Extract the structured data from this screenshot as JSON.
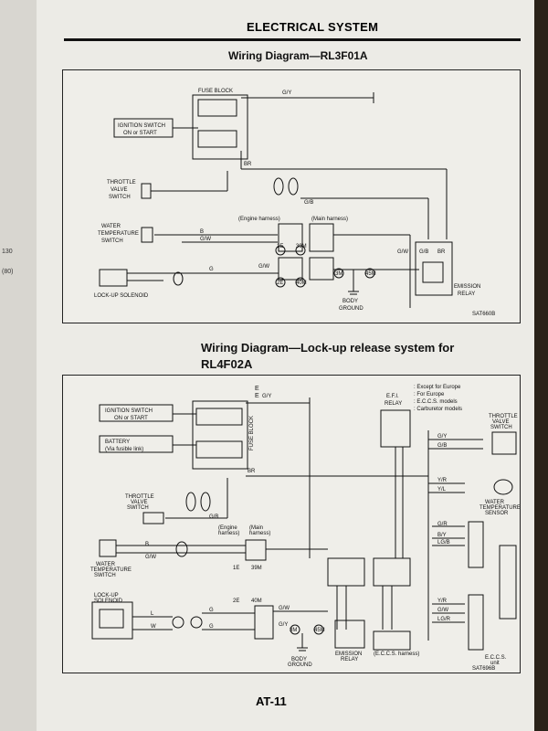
{
  "header": {
    "section": "ELECTRICAL SYSTEM"
  },
  "diagram1": {
    "title": "Wiring Diagram—RL3F01A",
    "ref": "SAT660B",
    "labels": {
      "fuse_block": "FUSE BLOCK",
      "ign": "IGNITION SWITCH",
      "ign2": "ON or START",
      "throttle": "THROTTLE",
      "valve": "VALVE",
      "switch": "SWITCH",
      "water": "WATER",
      "temp": "TEMPERATURE",
      "switch2": "SWITCH",
      "lockup": "LOCK-UP SOLENOID",
      "engine_harness": "(Engine harness)",
      "main_harness": "(Main harness)",
      "body": "BODY",
      "ground": "GROUND",
      "emission": "EMISSION",
      "relay": "RELAY",
      "gy": "G/Y",
      "br": "BR",
      "gb": "G/B",
      "b": "B",
      "gw": "G/W",
      "g": "G",
      "c1e": "1E",
      "c39m": "39M",
      "c2e": "2E",
      "c40m": "40M",
      "c3m": "3M",
      "c45m": "45M",
      "w1": "G/W",
      "w2": "G/B",
      "w3": "BR"
    }
  },
  "diagram2": {
    "title1": "Wiring Diagram—Lock-up release system for",
    "title2": "RL4F02A",
    "ref": "SAT696B",
    "legend": [
      {
        "sym": "E",
        "text": ": Except for Europe"
      },
      {
        "sym": "E",
        "text": ": For Europe"
      },
      {
        "sym": "S",
        "text": ": E.C.C.S. models"
      },
      {
        "sym": "C",
        "text": ": Carburetor models"
      }
    ],
    "labels": {
      "ign": "IGNITION SWITCH",
      "ign2": "ON or START",
      "battery": "BATTERY",
      "battery2": "(Via fusible link)",
      "fuse_block": "FUSE BLOCK",
      "efi": "E.F.I.",
      "relay": "RELAY",
      "throttle": "THROTTLE",
      "valve": "VALVE",
      "switch": "SWITCH",
      "water": "WATER",
      "temp": "TEMPERATURE",
      "switch2": "SWITCH",
      "sensor": "SENSOR",
      "lockup": "LOCK-UP",
      "solenoid": "SOLENOID",
      "engine": "(Engine",
      "harness": "harness)",
      "main": "(Main",
      "harness2": "harness)",
      "body": "BODY",
      "ground": "GROUND",
      "emission": "EMISSION",
      "relay2": "RELAY",
      "eccs_h": "(E.C.C.S. harness)",
      "eccs": "E.C.C.S.",
      "unit": "unit",
      "gy": "G/Y",
      "br": "BR",
      "gb": "G/B",
      "b": "B",
      "gw": "G/W",
      "g": "G",
      "l": "L",
      "w": "W",
      "yr": "Y/R",
      "yl": "Y/L",
      "gr": "G/R",
      "by": "B/Y",
      "lgb": "LG/B",
      "lgr": "LG/R",
      "c2e": "2E",
      "c40m": "40M",
      "c1e": "1E",
      "c39m": "39M",
      "c3m": "3M",
      "c45m": "45M"
    }
  },
  "left_page": {
    "n1": "130",
    "n2": "(80)"
  },
  "footer": {
    "page": "AT-11"
  }
}
